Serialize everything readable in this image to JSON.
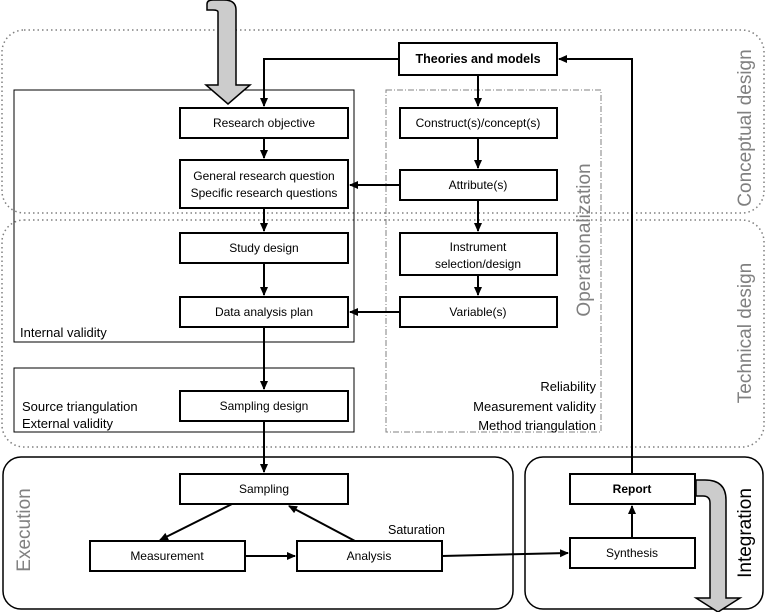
{
  "phases": {
    "conceptual": "Conceptual design",
    "technical": "Technical design",
    "execution": "Execution",
    "integration": "Integration",
    "operationalization": "Operationalization"
  },
  "boxes": {
    "theories": "Theories and models",
    "research_objective": "Research objective",
    "general_question": "General research question",
    "specific_questions": "Specific research questions",
    "study_design": "Study design",
    "data_analysis_plan": "Data analysis plan",
    "sampling_design": "Sampling design",
    "constructs": "Construct(s)/concept(s)",
    "attributes": "Attribute(s)",
    "instrument_line1": "Instrument",
    "instrument_line2": "selection/design",
    "variables": "Variable(s)",
    "sampling": "Sampling",
    "measurement": "Measurement",
    "analysis": "Analysis",
    "synthesis": "Synthesis",
    "report": "Report"
  },
  "labels": {
    "internal_validity": "Internal validity",
    "source_triangulation": "Source triangulation",
    "external_validity": "External validity",
    "reliability": "Reliability",
    "measurement_validity": "Measurement validity",
    "method_triangulation": "Method triangulation",
    "saturation": "Saturation"
  },
  "colors": {
    "line": "#000000",
    "phase_text": "#808080",
    "dotted_border": "#808080",
    "arrow_fill": "#cccccc"
  }
}
